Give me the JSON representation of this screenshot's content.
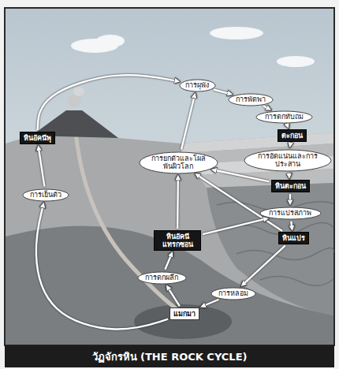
{
  "diagram": {
    "title": "วัฏจักรหิน (THE ROCK CYCLE)",
    "nodes": [
      {
        "text": [
          "หินอัคนีพุ"
        ]
      },
      {
        "text": [
          "การเย็นตัว"
        ]
      },
      {
        "text": [
          "การผุพัง"
        ]
      },
      {
        "text": [
          "การพัดพา"
        ]
      },
      {
        "text": [
          "การตกทับถม"
        ]
      },
      {
        "text": [
          "ตะกอน"
        ]
      },
      {
        "text": [
          "การอัดแน่นและการประสาน"
        ]
      },
      {
        "text": [
          "หินตะกอน"
        ]
      },
      {
        "text": [
          "การยกตัวและโผล่พ้นผิวโลก"
        ]
      },
      {
        "text": [
          "หินอัคนีแทรกซอน"
        ]
      },
      {
        "text": [
          "การแปรสภาพ"
        ]
      },
      {
        "text": [
          "หินแปร"
        ]
      },
      {
        "text": [
          "การตกผลึก"
        ]
      },
      {
        "text": [
          "การหลอม"
        ]
      },
      {
        "text": [
          "แมกมา"
        ]
      }
    ],
    "edges": [
      {
        "from": 0,
        "to": 2,
        "arrow": "to"
      },
      {
        "from": 2,
        "to": 3,
        "arrow": "to"
      },
      {
        "from": 3,
        "to": 4,
        "arrow": "to"
      },
      {
        "from": 4,
        "to": 5,
        "arrow": "to"
      },
      {
        "from": 5,
        "to": 6,
        "arrow": "to"
      },
      {
        "from": 6,
        "to": 7,
        "arrow": "to"
      },
      {
        "from": 7,
        "to": 10,
        "arrow": "to"
      },
      {
        "from": 10,
        "to": 11,
        "arrow": "to"
      },
      {
        "from": 11,
        "to": 13,
        "arrow": "to"
      },
      {
        "from": 13,
        "to": 14,
        "arrow": "to"
      },
      {
        "from": 14,
        "to": 1,
        "arrow": "to"
      },
      {
        "from": 1,
        "to": 0,
        "arrow": "to"
      },
      {
        "from": 14,
        "to": 12,
        "arrow": "to"
      },
      {
        "from": 12,
        "to": 9,
        "arrow": "to"
      },
      {
        "from": 9,
        "to": 8,
        "arrow": "to"
      },
      {
        "from": 7,
        "to": 8,
        "arrow": "to"
      },
      {
        "from": 11,
        "to": 8,
        "arrow": "to"
      },
      {
        "from": 8,
        "to": 2,
        "arrow": "to"
      },
      {
        "from": 9,
        "to": 10,
        "arrow": "to"
      }
    ]
  }
}
